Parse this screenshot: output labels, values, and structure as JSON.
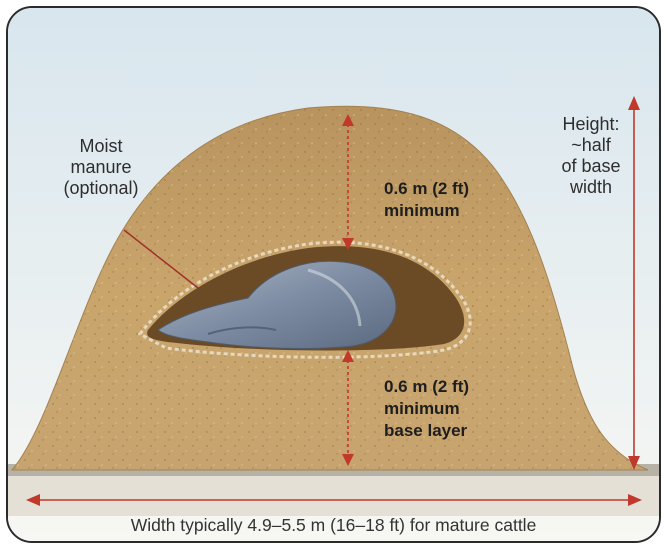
{
  "labels": {
    "manure": [
      "Moist",
      "manure",
      "(optional)"
    ],
    "height": [
      "Height:",
      "~half",
      "of base",
      "width"
    ],
    "top_layer": [
      "0.6 m (2 ft)",
      "minimum"
    ],
    "base_layer": [
      "0.6 m (2 ft)",
      "minimum",
      "base layer"
    ],
    "width": "Width typically 4.9–5.5 m (16–18 ft) for mature cattle"
  },
  "colors": {
    "sky": "#dce8ee",
    "mound": "#c9a56c",
    "mound_shadow": "#a9854e",
    "cavity": "#6b4a26",
    "carcass": "#7f8fa6",
    "ground": "#bdb9ad",
    "arrow": "#c0392b"
  }
}
